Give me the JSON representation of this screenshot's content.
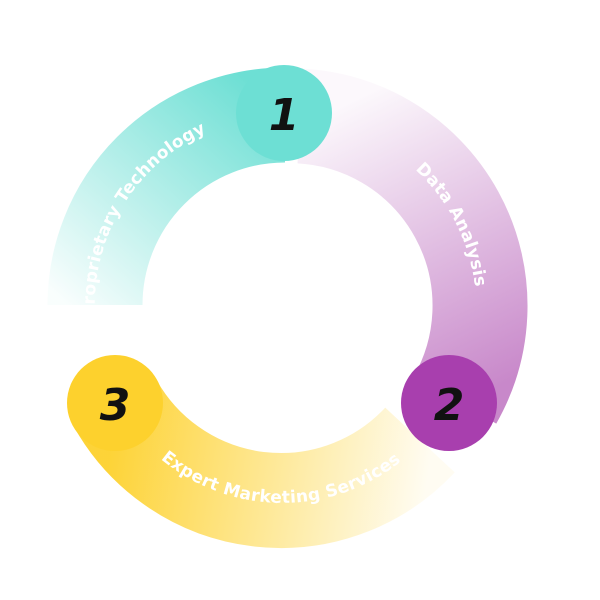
{
  "steps": [
    {
      "number": "1",
      "label": "Proprietary Technology",
      "color": "#6ddfd4"
    },
    {
      "number": "2",
      "label": "Data Analysis",
      "color": "#a83fae"
    },
    {
      "number": "3",
      "label": "Expert Marketing Services",
      "color": "#fdd12d"
    }
  ],
  "colors": {
    "teal_light": "#dff7f5",
    "purple_light": "#f4e6f3",
    "yellow_light": "#fff6d6"
  }
}
